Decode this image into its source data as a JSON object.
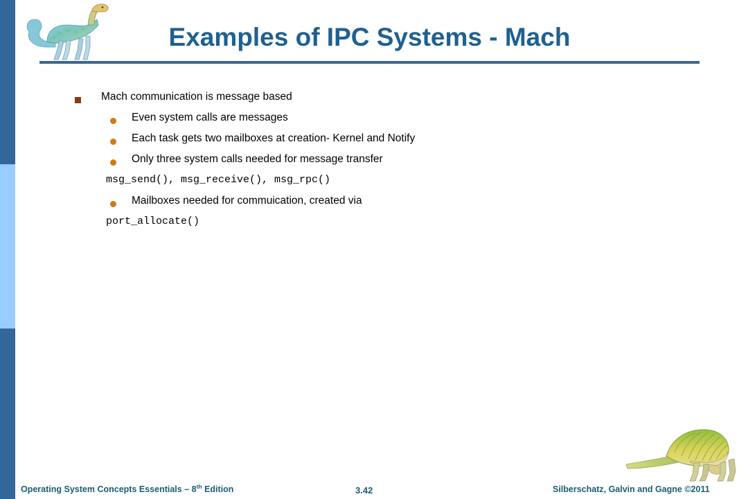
{
  "slide": {
    "title": "Examples of IPC Systems - Mach",
    "accent_color": "#1F6090",
    "rule_color": "#3A6694",
    "sidebar_dark_color": "#336699",
    "sidebar_light_color": "#99CCFF",
    "level1_bullet_color": "#8C3A10",
    "level2_bullet_color": "#CC7A1A",
    "footer_text_color": "#1B5C73"
  },
  "content": {
    "level1": "Mach communication is message based",
    "items": [
      {
        "kind": "bullet",
        "text": "Even system calls are messages"
      },
      {
        "kind": "bullet",
        "text": "Each task gets two mailboxes at creation- Kernel and Notify"
      },
      {
        "kind": "bullet",
        "text": "Only three system calls needed for message transfer"
      },
      {
        "kind": "code",
        "text": "msg_send(), msg_receive(), msg_rpc()"
      },
      {
        "kind": "bullet",
        "text": "Mailboxes needed for commuication, created via"
      },
      {
        "kind": "code",
        "text": "port_allocate()"
      }
    ]
  },
  "footer": {
    "book": "Operating System Concepts Essentials – 8",
    "book_sup": "th",
    "book_tail": " Edition",
    "page": "3.42",
    "credit": "Silberschatz, Galvin and Gagne ©2011"
  },
  "decor": {
    "top_dinosaur": "dinosaur-illustration",
    "bottom_dinosaur": "dinosaur-illustration"
  }
}
